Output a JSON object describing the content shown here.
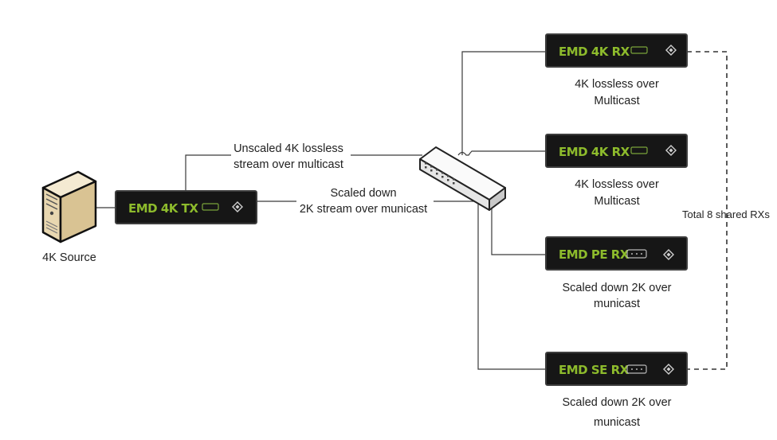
{
  "source": {
    "label": "4K Source"
  },
  "transmitter": {
    "name": "EMD 4K TX"
  },
  "streams": {
    "unscaled_line1": "Unscaled 4K lossless",
    "unscaled_line2": "stream over multicast",
    "scaled_line1": "Scaled down",
    "scaled_line2": "2K stream over municast"
  },
  "receivers": [
    {
      "name": "EMD 4K RX",
      "caption_line1": "4K lossless over",
      "caption_line2": "Multicast"
    },
    {
      "name": "EMD 4K RX",
      "caption_line1": "4K lossless over",
      "caption_line2": "Multicast"
    },
    {
      "name": "EMD PE RX",
      "caption_line1": "Scaled down 2K over",
      "caption_line2": "municast"
    },
    {
      "name": "EMD SE RX",
      "caption_line1": "Scaled down 2K over",
      "caption_line2": "municast"
    }
  ],
  "group_note": "Total 8 shared RXs",
  "colors": {
    "device_body": "#161616",
    "device_border": "#3d3d3d",
    "device_label": "#8dbb2c",
    "line": "#3a3a3a",
    "switch_body": "#eeeeee",
    "source_body": "#efe3c6"
  }
}
